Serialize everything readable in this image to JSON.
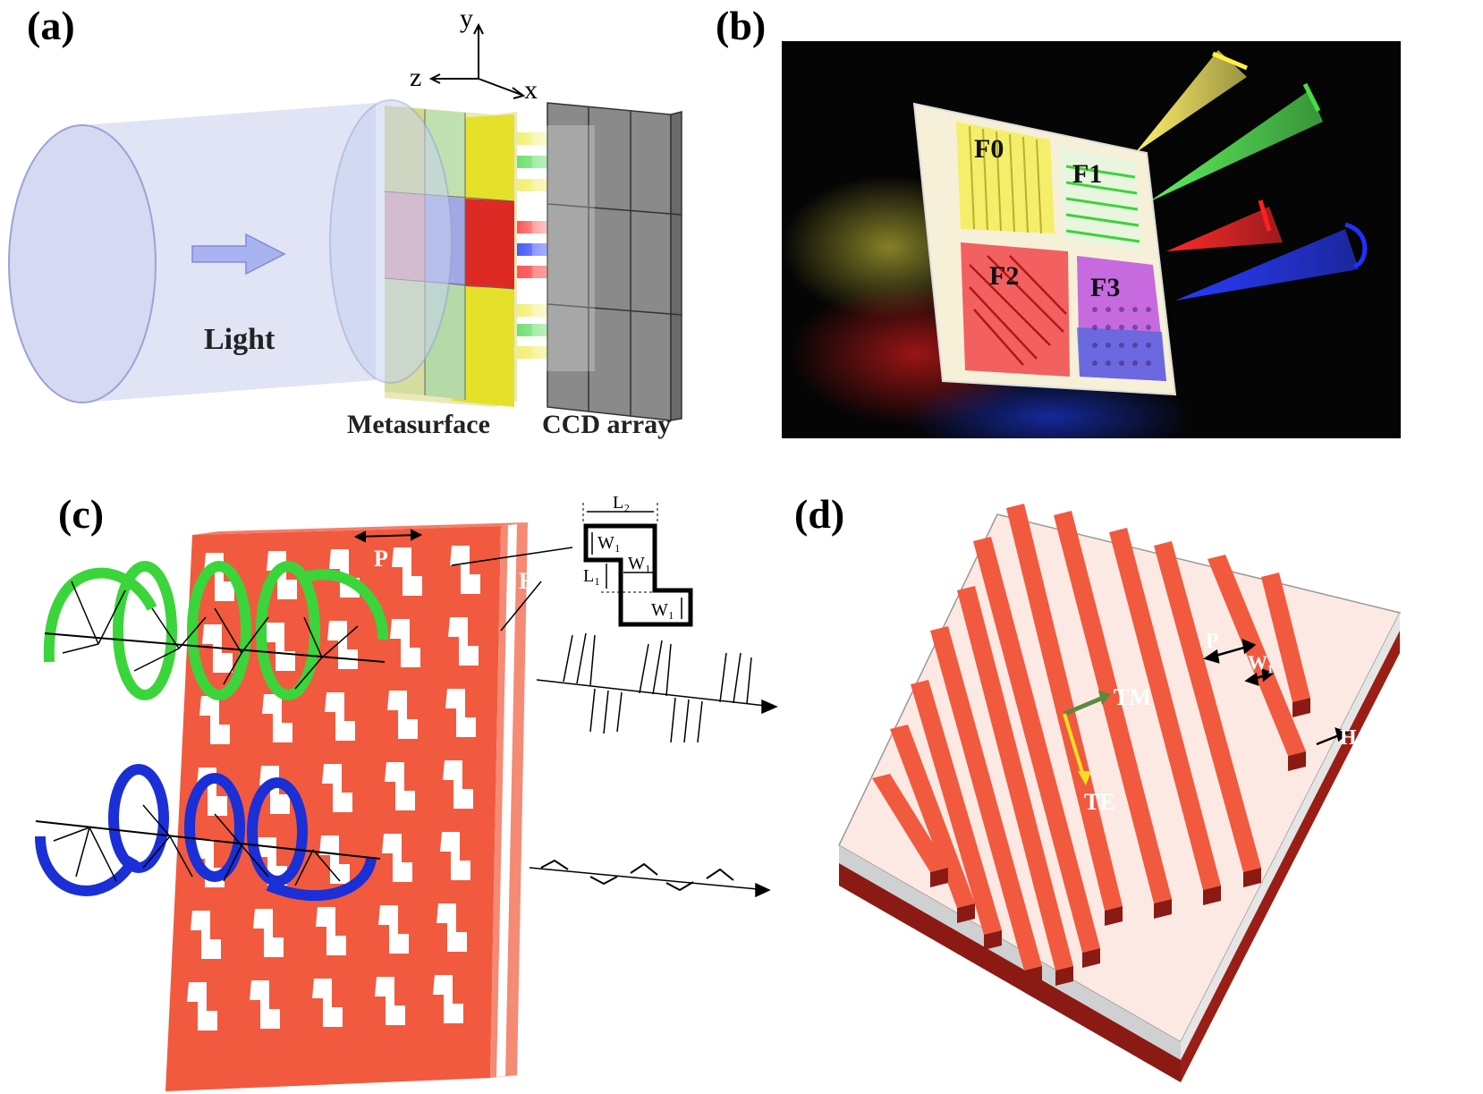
{
  "panels": {
    "a": {
      "label": "(a)",
      "light_label": "Light",
      "metasurface_label": "Metasurface",
      "ccd_label": "CCD array",
      "axes": {
        "y": "y",
        "z": "z",
        "x": "x"
      }
    },
    "b": {
      "label": "(b)",
      "regions": [
        "F0",
        "F1",
        "F2",
        "F3"
      ]
    },
    "c": {
      "label": "(c)",
      "period_label": "P",
      "height_label": "H",
      "inset": {
        "l2": "L₂",
        "w1_top": "W₁",
        "l1": "L₁",
        "w1_mid": "W₁",
        "w1_bottom": "W₁"
      }
    },
    "d": {
      "label": "(d)",
      "period_label": "P",
      "width_label": "W₁",
      "height_label": "H",
      "tm_label": "TM",
      "te_label": "TE"
    }
  },
  "colors": {
    "metal_red": "#f15a3f",
    "green_beam": "#3cd63c",
    "blue_beam": "#1a2fd6",
    "yellow": "#e8e23a",
    "dark_red": "#8b1a14"
  }
}
